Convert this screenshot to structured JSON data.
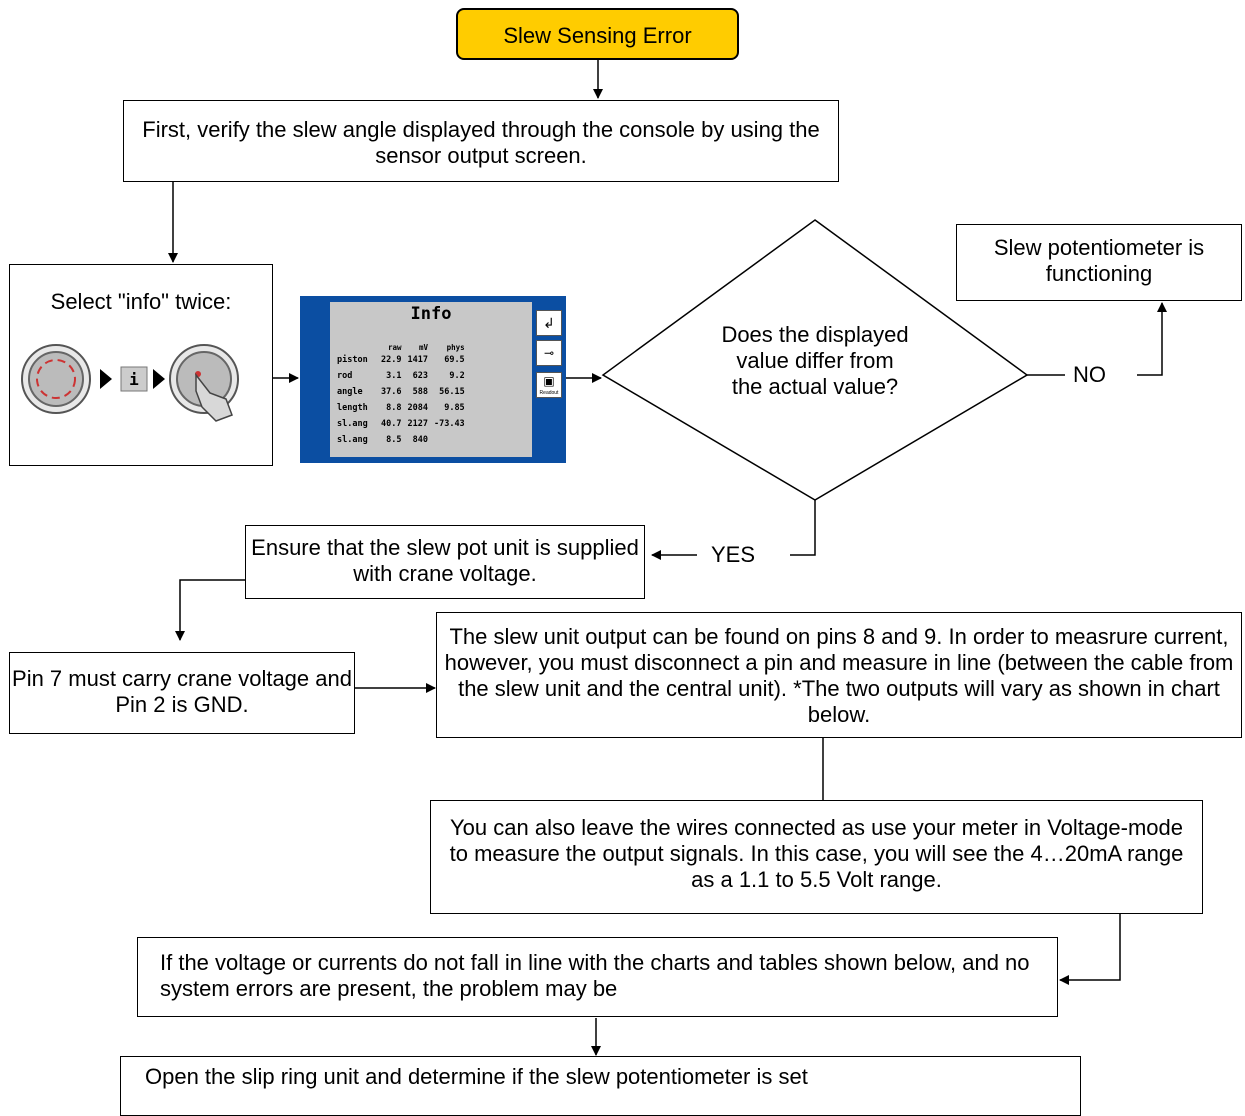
{
  "start": "Slew Sensing Error",
  "step_verify": "First, verify the slew angle displayed through the console by using the sensor output screen.",
  "select_info": "Select \"info\" twice:",
  "info_screen": {
    "title": "Info",
    "headers": [
      "",
      "raw",
      "mV",
      "phys"
    ],
    "rows": [
      [
        "piston",
        "22.9",
        "1417",
        "69.5"
      ],
      [
        "rod",
        "3.1",
        "623",
        "9.2"
      ],
      [
        "angle",
        "37.6",
        "588",
        "56.15"
      ],
      [
        "length",
        "8.8",
        "2084",
        "9.85"
      ],
      [
        "sl.ang",
        "40.7",
        "2127",
        "-73.43"
      ],
      [
        "sl.ang",
        "8.5",
        "840",
        ""
      ]
    ],
    "side_button": "Readout"
  },
  "decision": "Does the displayed value differ from the actual value?",
  "no_label": "NO",
  "yes_label": "YES",
  "functioning": "Slew potentiometer is functioning",
  "ensure_voltage": "Ensure that the slew pot unit is supplied with crane voltage.",
  "pin7": "Pin 7 must carry crane voltage and Pin 2 is GND.",
  "output_pins": "The slew unit output can be found on pins 8 and 9.  In order to measrure current, however, you must disconnect a pin and measure in line (between the cable from the slew unit and the central unit).  *The two outputs will vary as shown in chart below.",
  "voltage_mode": "You can also leave the wires connected as use your meter in Voltage-mode to measure the output signals.  In this case, you will see the 4…20mA range as a 1.1 to 5.5 Volt range.",
  "if_voltage": "If the voltage or currents do not fall in line with the charts and tables shown below, and no system errors are present, the problem may be",
  "open_slip": "Open the slip ring unit and determine if the slew potentiometer is set"
}
